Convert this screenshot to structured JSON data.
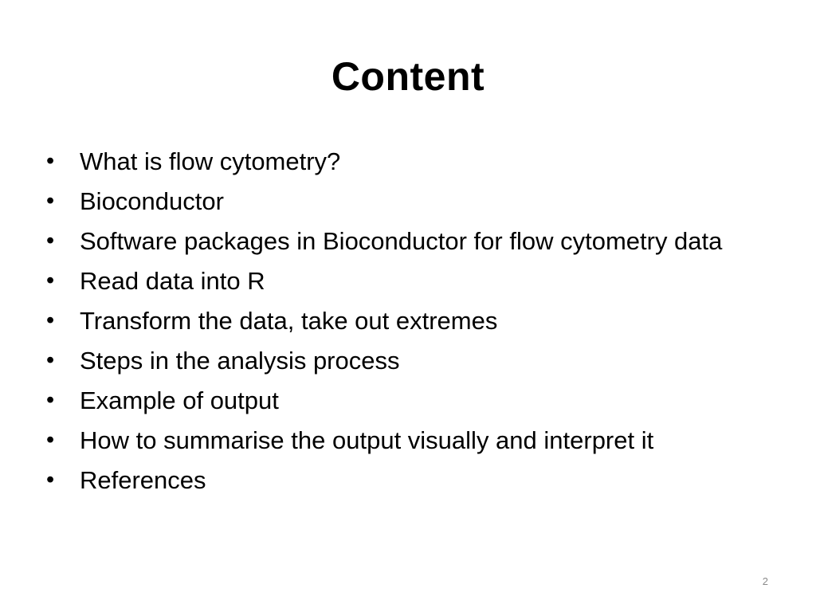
{
  "slide": {
    "title": "Content",
    "bullets": [
      {
        "text": "What is flow cytometry?"
      },
      {
        "text": "Bioconductor"
      },
      {
        "text": "Software packages in Bioconductor for flow cytometry data"
      },
      {
        "text": "Read data into R"
      },
      {
        "text": "Transform the data, take out extremes"
      },
      {
        "text": "Steps in the analysis process"
      },
      {
        "text": "Example of output"
      },
      {
        "text": "How to summarise the output visually and interpret it"
      },
      {
        "text": "References"
      }
    ],
    "bullet_glyph": "•",
    "page_number": "2"
  }
}
